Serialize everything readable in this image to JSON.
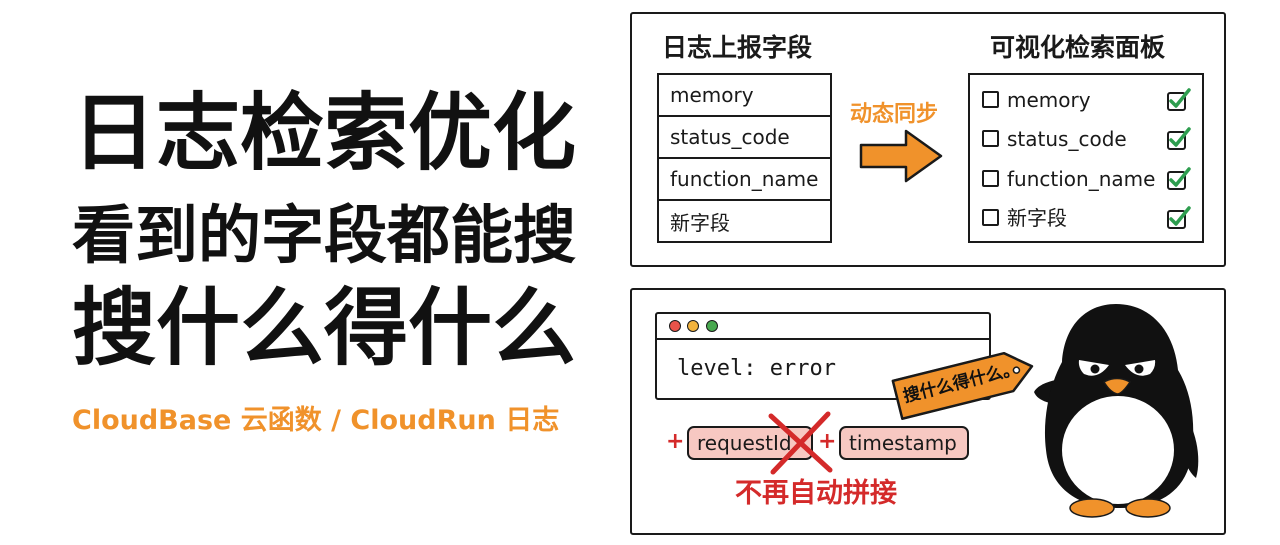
{
  "headline": {
    "line1": "日志检索优化",
    "line2": "看到的字段都能搜",
    "line3": "搜什么得什么",
    "subtitle": "CloudBase 云函数 / CloudRun 日志"
  },
  "sync_panel": {
    "source_title": "日志上报字段",
    "source_fields": [
      "memory",
      "status_code",
      "function_name",
      "新字段"
    ],
    "arrow_label": "动态同步",
    "arrow_icon": "arrow-right-icon",
    "target_title": "可视化检索面板",
    "target_fields": [
      {
        "label": "memory",
        "box_checked": false,
        "tick": true
      },
      {
        "label": "status_code",
        "box_checked": false,
        "tick": true
      },
      {
        "label": "function_name",
        "box_checked": false,
        "tick": true
      },
      {
        "label": "新字段",
        "box_checked": false,
        "tick": true
      }
    ]
  },
  "search_panel": {
    "window_controls": [
      "close-dot-icon",
      "minimize-dot-icon",
      "maximize-dot-icon"
    ],
    "query": "level: error",
    "tag_text": "搜什么得什么。",
    "joiners": [
      "+",
      "+"
    ],
    "removed_fields": [
      "requestId",
      "timestamp"
    ],
    "cross_icon": "cross-out-icon",
    "note": "不再自动拼接",
    "mascot_icon": "penguin-icon"
  },
  "colors": {
    "accent": "#F0922B",
    "tick": "#2E9E4F",
    "alert": "#D42A2A",
    "pill": "#F7C8C2",
    "ink": "#1A1A1A",
    "dot_red": "#E8534A",
    "dot_yellow": "#F2B33D",
    "dot_green": "#48A84F"
  }
}
